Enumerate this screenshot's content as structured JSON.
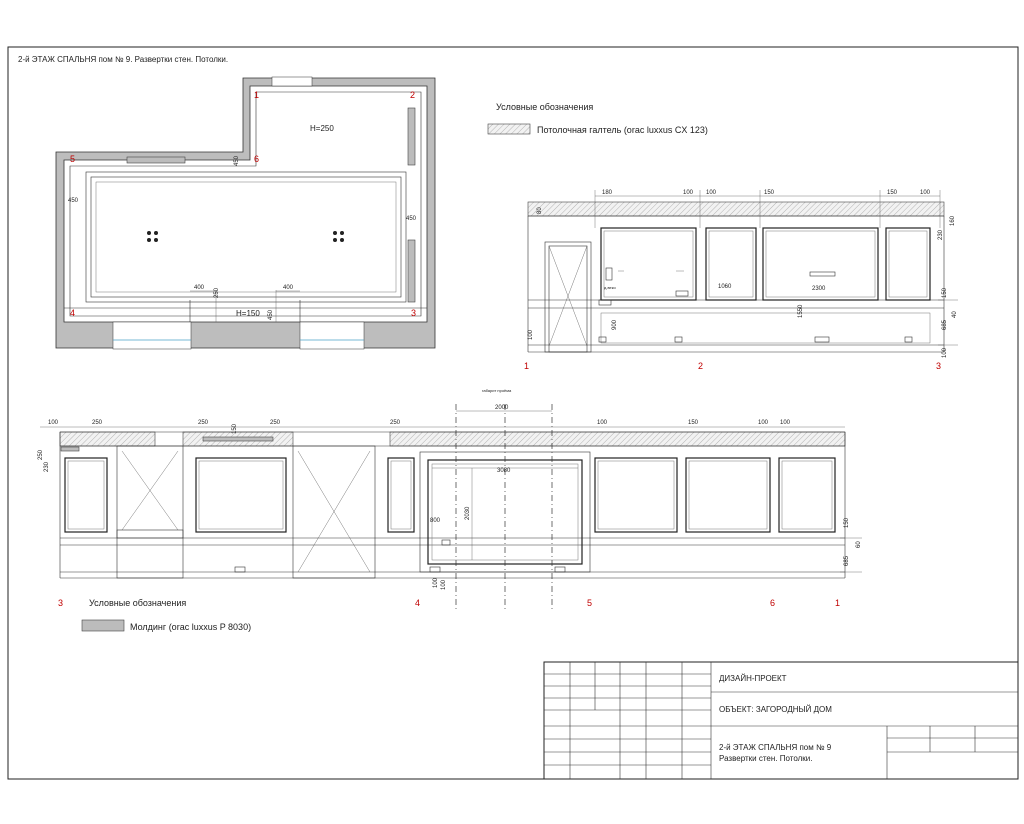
{
  "sheet_title": "2-й ЭТАЖ  СПАЛЬНЯ пом № 9. Развертки стен. Потолки.",
  "plan": {
    "marks": [
      "1",
      "2",
      "3",
      "4",
      "5",
      "6"
    ],
    "ceiling_height_upper": "H=250",
    "ceiling_height_lower": "H=150",
    "dims": {
      "d450_left": "450",
      "d450_right": "450",
      "d450_mid": "450",
      "d400_a": "400",
      "d400_b": "400",
      "d250": "250",
      "d450_low": "450"
    }
  },
  "legend_top": {
    "title": "Условные обозначения",
    "item": "Потолочная галтель  (orac luxxus CX 123)"
  },
  "elev1": {
    "marks": [
      "1",
      "2",
      "3"
    ],
    "dims_top": [
      "180",
      "100",
      "100",
      "150",
      "150",
      "100"
    ],
    "d80": "80",
    "d230": "230",
    "d160": "160",
    "d1060": "1060",
    "d2300": "2300",
    "d1550": "1550",
    "d150": "150",
    "d900": "900",
    "d100": "100",
    "d685": "685",
    "d40": "40",
    "d100r": "100",
    "small_note": "д.веко"
  },
  "elev2": {
    "marks": [
      "3",
      "4",
      "5",
      "6",
      "1"
    ],
    "dims_top": [
      "100",
      "250",
      "250",
      "150",
      "250",
      "250",
      "100",
      "150",
      "100",
      "100"
    ],
    "d230": "230",
    "d250": "250",
    "note": "габарит проёма",
    "d2000": "2000",
    "d3080": "3080",
    "d2030": "2030",
    "d800": "800",
    "d150": "150",
    "d60": "60",
    "d685": "685",
    "d100a": "100",
    "d100b": "100"
  },
  "legend_bottom": {
    "title": "Условные обозначения",
    "item": "Молдинг  (orac luxxus P 8030)"
  },
  "title_block": {
    "project": "ДИЗАЙН-ПРОЕКТ",
    "object": "ОБЪЕКТ: ЗАГОРОДНЫЙ ДОМ",
    "sheet_line1": "2-й ЭТАЖ  СПАЛЬНЯ пом № 9",
    "sheet_line2": "Развертки стен. Потолки."
  }
}
